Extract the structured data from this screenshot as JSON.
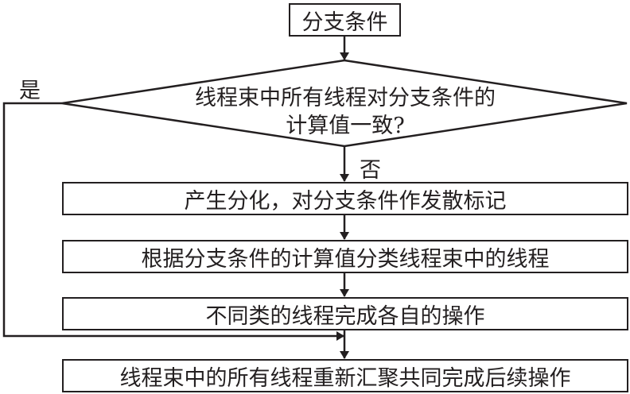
{
  "flowchart": {
    "start": "分支条件",
    "decision": {
      "line1": "线程束中所有线程对分支条件的",
      "line2": "计算值一致?"
    },
    "yes_label": "是",
    "no_label": "否",
    "steps": {
      "diverge": "产生分化，对分支条件作发散标记",
      "classify": "根据分支条件的计算值分类线程束中的线程",
      "ops": "不同类的线程完成各自的操作",
      "end": "线程束中的所有线程重新汇聚共同完成后续操作"
    }
  },
  "colors": {
    "stroke": "#231f20",
    "background": "#ffffff"
  }
}
